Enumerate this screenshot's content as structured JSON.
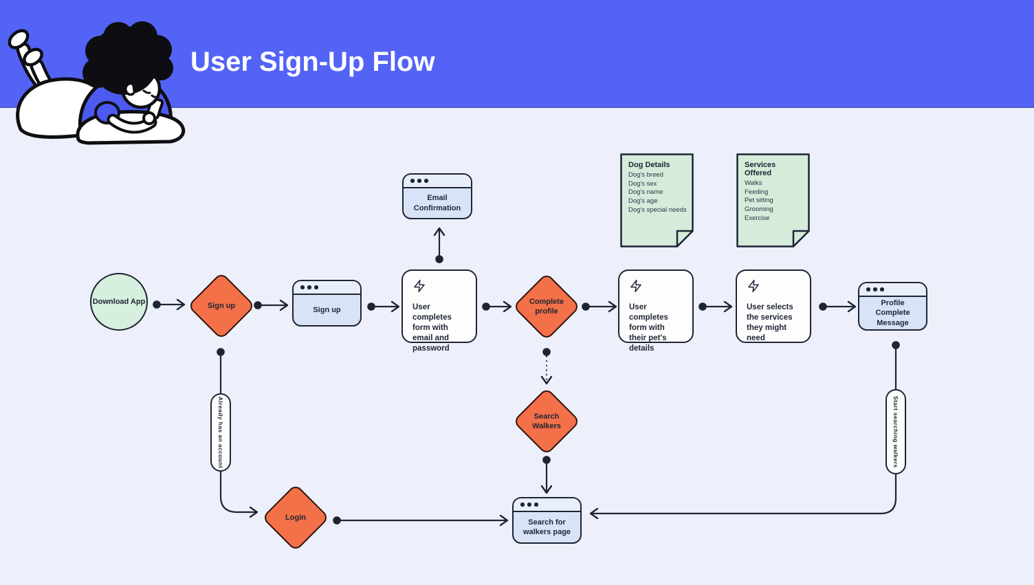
{
  "header": {
    "title": "User Sign-Up Flow"
  },
  "colors": {
    "banner_blue": "#5263f6",
    "background": "#edeffa",
    "diamond_orange": "#f37048",
    "circle_green": "#d7efde",
    "note_green": "#d5ecdb",
    "window_blue": "#d9e3f8",
    "window_bar_blue": "#e9eefc",
    "stroke_dark": "#1d2433"
  },
  "icons": {
    "window_controls": "three-dots",
    "zap": "lightning-bolt",
    "arrowhead": "open-chevron",
    "edge_start": "filled-dot"
  },
  "nodes": {
    "download_app": {
      "label": "Download App"
    },
    "signup_decision": {
      "label": "Sign up"
    },
    "signup_window": {
      "label": "Sign up"
    },
    "email_confirmation": {
      "label": "Email Confirmation"
    },
    "form_email_password": {
      "label": "User completes form with email and password"
    },
    "complete_profile": {
      "label": "Complete profile"
    },
    "form_pet_details": {
      "label": "User completes form with their pet's details"
    },
    "select_services": {
      "label": "User selects the services they might need"
    },
    "profile_complete_message": {
      "label": "Profile Complete Message"
    },
    "search_walkers": {
      "label": "Search Walkers"
    },
    "login": {
      "label": "Login"
    },
    "search_walkers_page": {
      "label": "Search for walkers page"
    }
  },
  "notes": {
    "dog_details": {
      "title": "Dog Details",
      "items": [
        "Dog's breed",
        "Dog's sex",
        "Dog's name",
        "Dog's age",
        "Dog's special needs"
      ]
    },
    "services_offered": {
      "title": "Services Offered",
      "items": [
        "Walks",
        "Feeding",
        "Pet sitting",
        "Grooming",
        "Exercise"
      ]
    }
  },
  "edge_labels": {
    "already_has_account": "Already has an account",
    "start_searching_walkers": "Start searching walkers"
  }
}
